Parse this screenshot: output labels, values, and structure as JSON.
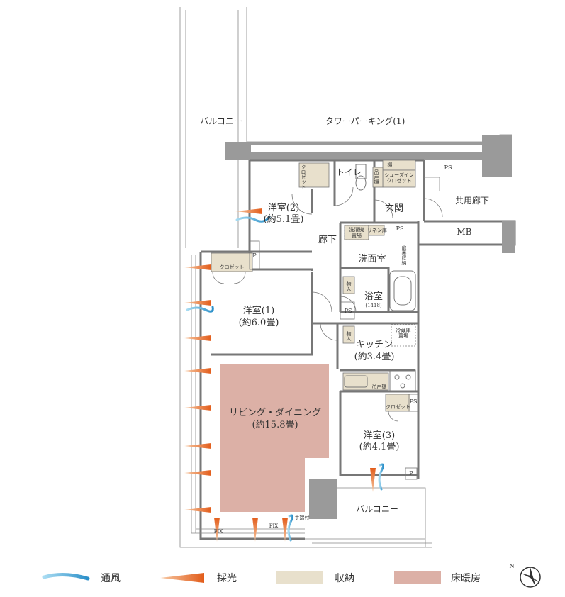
{
  "rooms": {
    "balcony_top": "バルコニー",
    "tower_parking": "タワーパーキング(1)",
    "western2_name": "洋室(2)",
    "western2_size": "(約5.1畳)",
    "western1_name": "洋室(1)",
    "western1_size": "(約6.0畳)",
    "western3_name": "洋室(3)",
    "western3_size": "(約4.1畳)",
    "living_name": "リビング・ダイニング",
    "living_size": "(約15.8畳)",
    "kitchen_name": "キッチン",
    "kitchen_size": "(約3.4畳)",
    "hallway": "廊下",
    "entrance": "玄関",
    "washroom": "洗面室",
    "bath": "浴室",
    "bath_size": "(1418)",
    "toilet": "トイレ",
    "common_corridor": "共用廊下",
    "balcony_bottom": "バルコニー",
    "shoes_closet": "シューズイン\nクロゼット",
    "shelf": "棚",
    "closet_label": "クロゼット",
    "closet_w1": "クロゼット",
    "closet_w3": "クロゼット",
    "storage1": "物入",
    "storage2": "物入",
    "ps1": "PS",
    "ps2": "PS",
    "ps3": "PS",
    "ps4": "PS",
    "mb": "MB",
    "p1": "P",
    "p2": "P",
    "linen": "リネン庫",
    "washer": "洗濯機\n置場",
    "fridge": "冷蔵庫\n置場",
    "cupboard": "吊戸棚",
    "handrail": "手摺付",
    "fix_label": "FIX",
    "fix_label_2": "FIX",
    "toilet_shelf": "吊戸棚",
    "wash_storage": "扉裏収納"
  },
  "legend": [
    {
      "label": "通風",
      "kind": "wind",
      "color": "#3ea6d8"
    },
    {
      "label": "採光",
      "kind": "light",
      "color": "#e8742a"
    },
    {
      "label": "収納",
      "kind": "storage",
      "color": "#e8e0cc"
    },
    {
      "label": "床暖房",
      "kind": "floorheat",
      "color": "#dcb0a6"
    }
  ],
  "compass": {
    "label": "N",
    "icon": "north-arrow-icon"
  }
}
